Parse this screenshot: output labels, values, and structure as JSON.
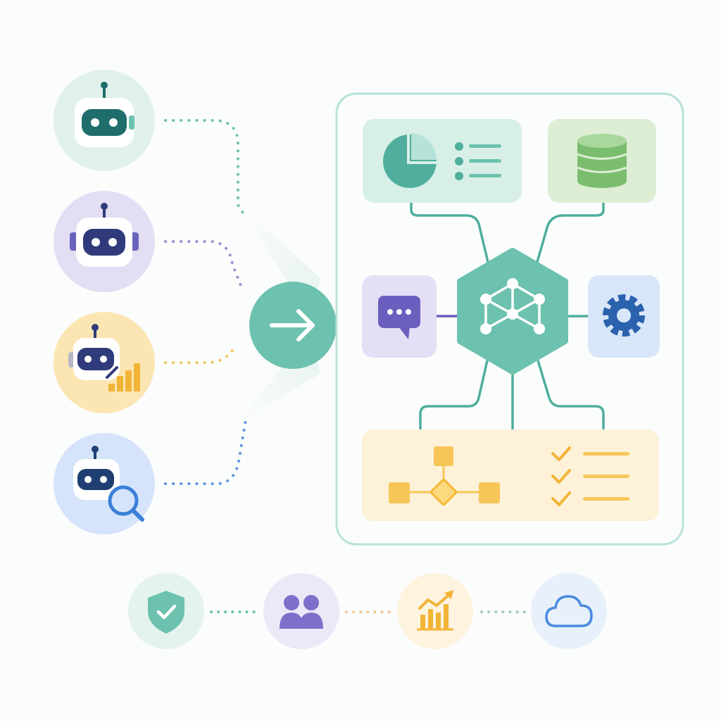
{
  "agents": [
    {
      "id": "agent-general",
      "icon": "robot-icon",
      "color": "#2b8a86",
      "bg": "#e0f1ec"
    },
    {
      "id": "agent-chat",
      "icon": "robot-icon",
      "color": "#6a64bd",
      "bg": "#e3def3"
    },
    {
      "id": "agent-analytics",
      "icon": "robot-analytics-icon",
      "color": "#f2b437",
      "bg": "#fbe6b3"
    },
    {
      "id": "agent-search",
      "icon": "robot-search-icon",
      "color": "#3a7fd8",
      "bg": "#d5e4fa"
    }
  ],
  "connector": {
    "icon": "arrow-right-icon",
    "color": "#6cc2ae"
  },
  "platform": {
    "border_color": "#b7e1da",
    "modules": [
      {
        "id": "analytics-dashboard",
        "icon": "pie-chart-list-icon",
        "bg": "#d8efe8"
      },
      {
        "id": "database",
        "icon": "database-icon",
        "bg": "#ddeed5"
      },
      {
        "id": "messaging",
        "icon": "chat-bubble-icon",
        "bg": "#e4dff4"
      },
      {
        "id": "settings",
        "icon": "gear-icon",
        "bg": "#d8e6fa"
      },
      {
        "id": "workflow",
        "icon": "workflow-checklist-icon",
        "bg": "#fdf1d8"
      }
    ],
    "hub": {
      "icon": "network-nodes-icon",
      "color": "#6cc2ae"
    }
  },
  "features": [
    {
      "id": "security",
      "icon": "shield-check-icon",
      "bg": "#e5f3ee"
    },
    {
      "id": "team",
      "icon": "users-icon",
      "bg": "#ece8f7"
    },
    {
      "id": "growth",
      "icon": "chart-growth-icon",
      "bg": "#fdf3df"
    },
    {
      "id": "cloud",
      "icon": "cloud-icon",
      "bg": "#e8f0fb"
    }
  ]
}
